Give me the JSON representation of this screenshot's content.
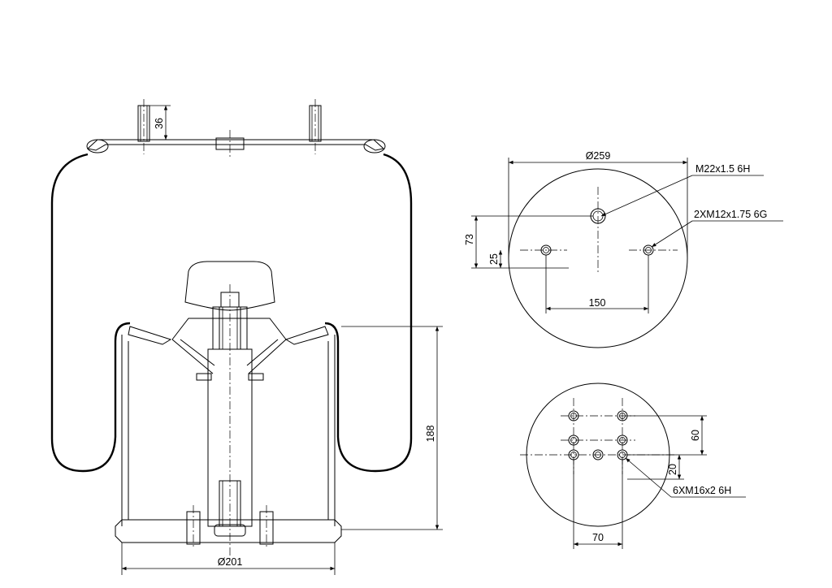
{
  "dimensions": {
    "stud_height": "36",
    "side_height": "188",
    "base_diameter": "Ø201",
    "top_diameter": "Ø259",
    "center_offset": "73",
    "stud_offset": "25",
    "stud_spacing": "150",
    "bottom_spacing_y": "60",
    "bottom_offset_y": "20",
    "bottom_spacing_x": "70"
  },
  "callouts": {
    "center_thread": "M22x1.5 6H",
    "top_studs": "2XM12x1.75 6G",
    "bottom_threads": "6XM16x2 6H"
  }
}
